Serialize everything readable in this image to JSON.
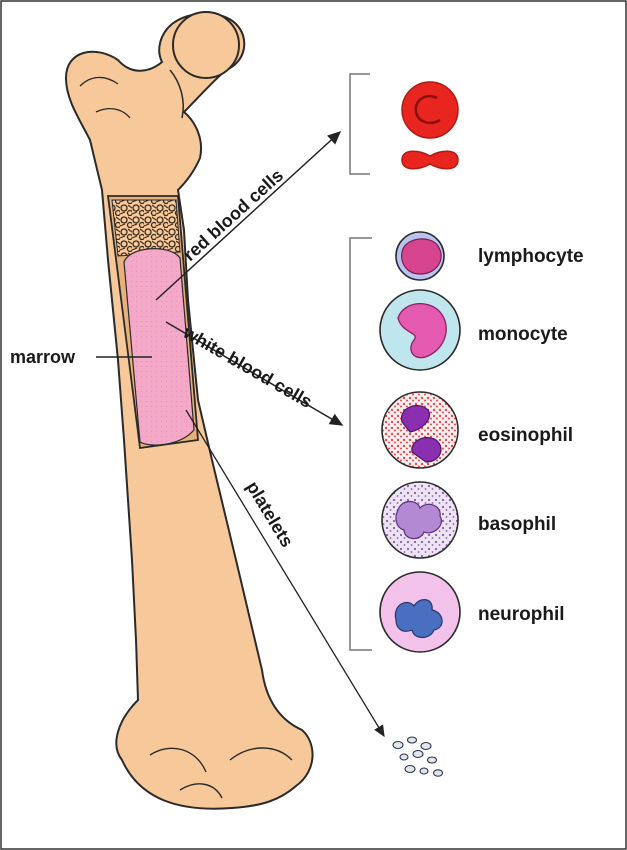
{
  "labels": {
    "marrow": "marrow",
    "red_blood_cells": "red blood cells",
    "white_blood_cells": "white blood cells",
    "platelets": "platelets"
  },
  "white_cells": [
    {
      "name": "lymphocyte"
    },
    {
      "name": "monocyte"
    },
    {
      "name": "eosinophil"
    },
    {
      "name": "basophil"
    },
    {
      "name": "neurophil"
    }
  ],
  "colors": {
    "bone": "#f7c99a",
    "bone_outline": "#2a2a2a",
    "marrow": "#f4a9c8",
    "red_cell": "#e8261f",
    "white_cell_nucleus": "#9b3fa8"
  },
  "icons": {
    "red_cell_front": "biconcave-disc-icon",
    "red_cell_side": "red-cell-side-view-icon",
    "platelets": "platelet-cluster-icon"
  }
}
